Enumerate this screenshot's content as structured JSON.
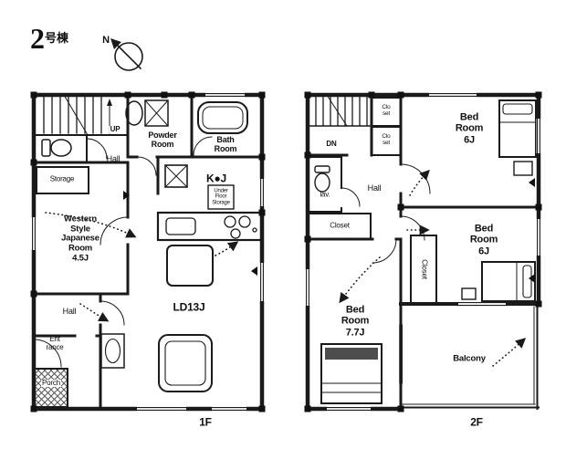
{
  "header": {
    "building_number": "2",
    "building_suffix": "号棟",
    "compass_label": "N"
  },
  "floor1": {
    "label": "1F",
    "rooms": {
      "up": "UP",
      "hall_upper": "Hall",
      "powder": "Powder\nRoom",
      "bath": "Bath\nRoom",
      "storage": "Storage",
      "japanese": "Western\nStyle\nJapanese\nRoom\n4.5J",
      "kitchen": "K●J",
      "underfloor": "Under\nFloor\nStorage",
      "ld": "LD13J",
      "hall_lower": "Hall",
      "entrance": "Ent\nrance",
      "porch": "Porch"
    }
  },
  "floor2": {
    "label": "2F",
    "rooms": {
      "down": "DN",
      "closet_a": "Clo\nset",
      "closet_b": "Clo\nset",
      "bedroom_a": "Bed\nRoom\n6J",
      "hall": "Hall",
      "lav": "lav.",
      "closet_c": "Closet",
      "bedroom_b": "Bed\nRoom\n6J",
      "closet_d": "Closet",
      "bedroom_c": "Bed\nRoom\n7.7J",
      "balcony": "Balcony"
    }
  }
}
